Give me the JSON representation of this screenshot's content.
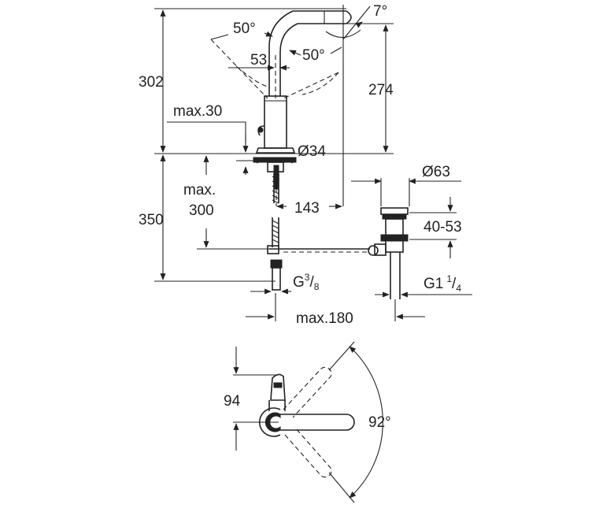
{
  "dimensions": {
    "height_total_top": "302",
    "spout_height": "274",
    "angle_spout_top": "50°",
    "angle_spout_side": "50°",
    "tilt_angle": "7°",
    "spout_offset": "53",
    "max_deck_thickness": "max.30",
    "body_diameter": "Ø34",
    "waste_diameter": "Ø63",
    "max_hose_label_1": "max.",
    "max_hose_label_2": "300",
    "lower_height": "350",
    "spout_projection": "143",
    "waste_range": "40-53",
    "connection_g_prefix": "G",
    "connection_g_num": "3",
    "connection_g_den": "8",
    "waste_thread_prefix": "G1",
    "waste_thread_num": "1",
    "waste_thread_den": "4",
    "max_horizontal": "max.180",
    "lever_offset": "94",
    "lever_rotation": "92°"
  }
}
